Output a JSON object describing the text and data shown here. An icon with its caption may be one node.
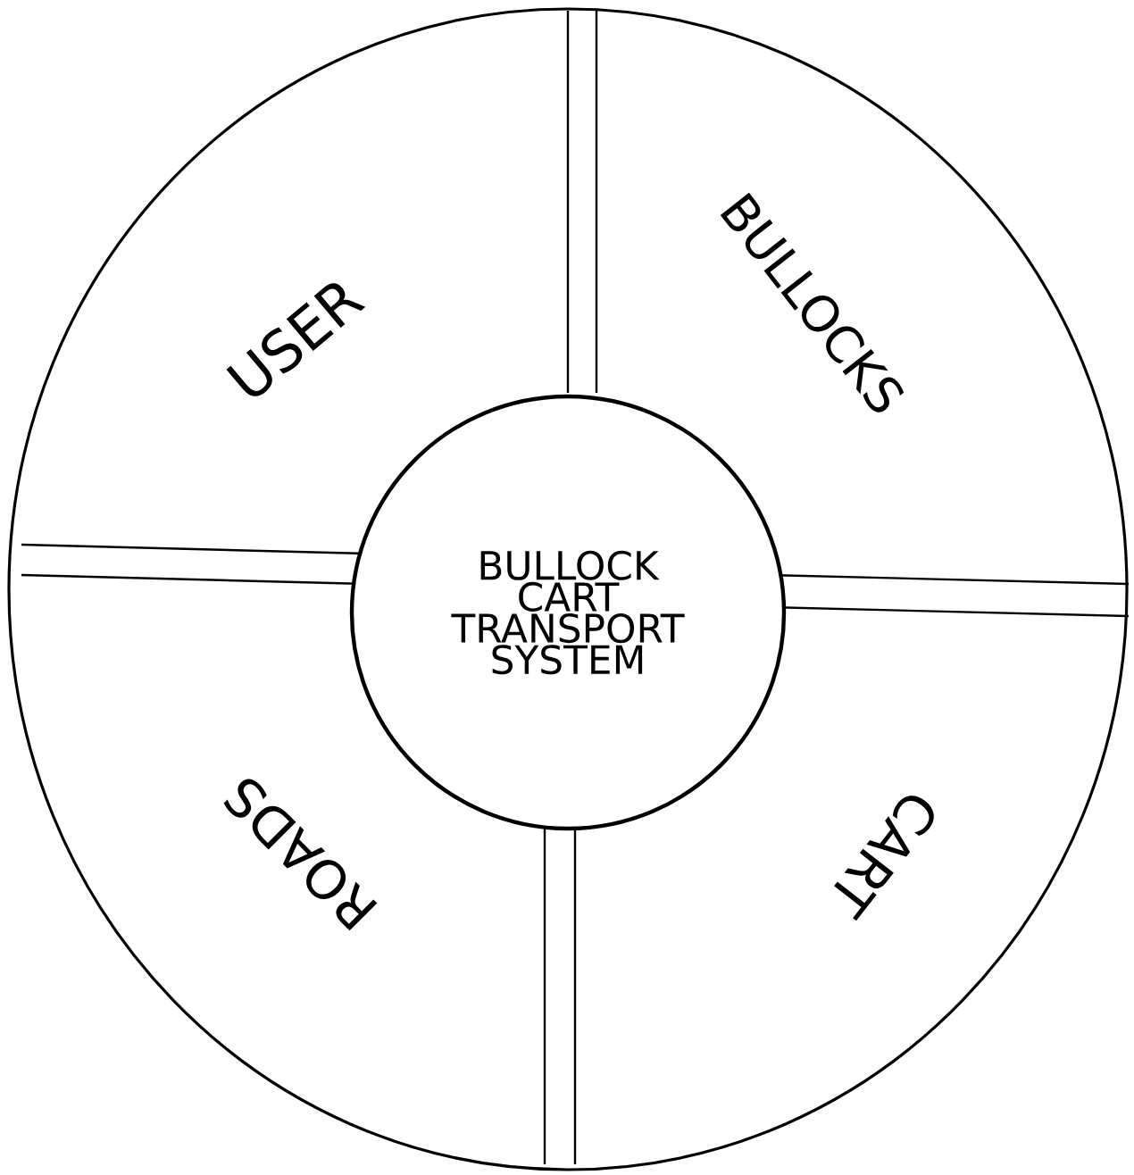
{
  "diagram": {
    "nodes": [
      {
        "text": [
          "BULLOCK CART TRANSPORT SYSTEM"
        ]
      },
      {
        "text": [
          "USER"
        ]
      },
      {
        "text": [
          "BULLOCKS"
        ]
      },
      {
        "text": [
          "CART"
        ]
      },
      {
        "text": [
          "ROADS"
        ]
      }
    ]
  }
}
